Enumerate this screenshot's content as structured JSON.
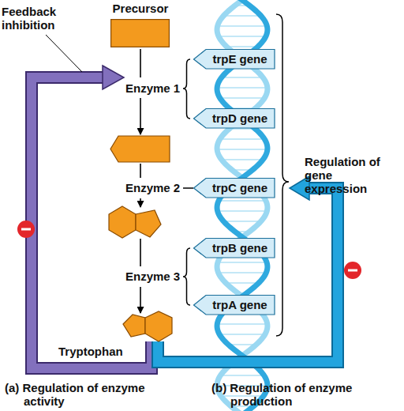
{
  "diagram": {
    "nodes": [
      {
        "text": [
          "Precursor"
        ]
      },
      {
        "text": [
          "trpE gene"
        ]
      },
      {
        "text": [
          "trpD gene"
        ]
      },
      {
        "text": [
          "trpC gene"
        ]
      },
      {
        "text": [
          "trpB gene"
        ]
      },
      {
        "text": [
          "trpA gene"
        ]
      },
      {
        "text": [
          "Tryptophan"
        ]
      }
    ],
    "labels": [
      "Feedback inhibition",
      "Enzyme 1",
      "Regulation of gene expression",
      "Enzyme 2",
      "Enzyme 3",
      "(a) Regulation of enzyme activity",
      "(b) Regulation of enzyme production"
    ]
  }
}
